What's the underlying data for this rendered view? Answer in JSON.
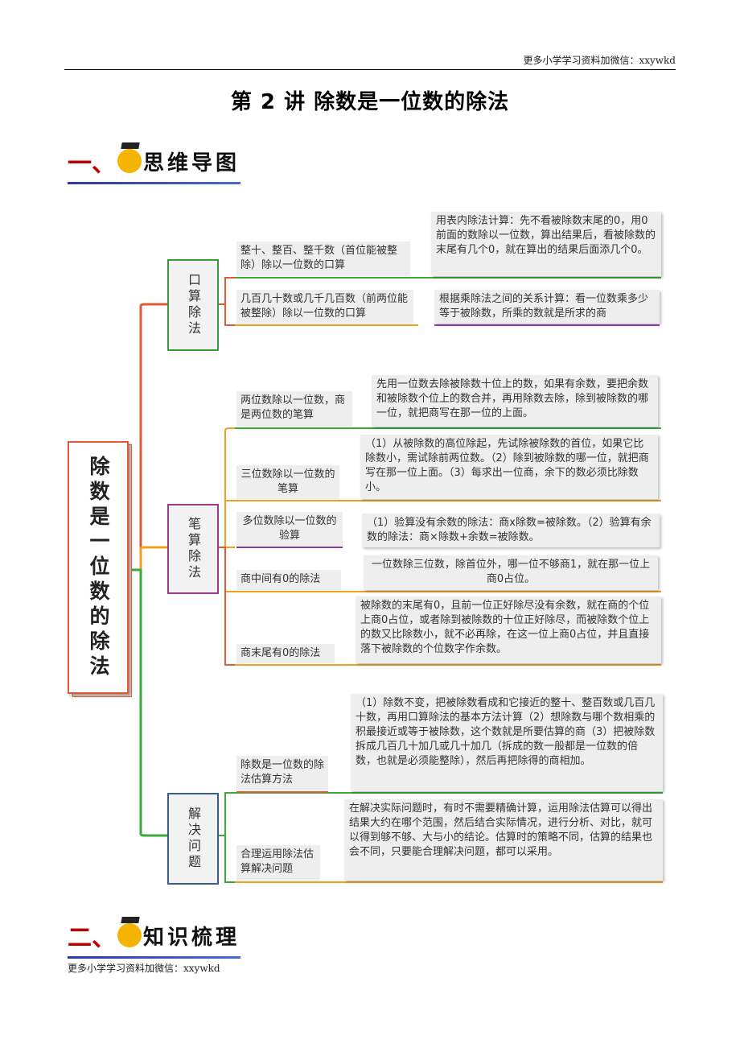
{
  "header_note": "更多小学学习资料加微信：xxywkd",
  "footer_note": "更多小学学习资料加微信：xxywkd",
  "title": "第 2 讲  除数是一位数的除法",
  "sections": [
    {
      "num": "一、",
      "label": "思维导图"
    },
    {
      "num": "二、",
      "label": "知识梳理"
    }
  ],
  "mindmap": {
    "root": "除数是一位数的除法",
    "categories": [
      {
        "label": "口算除法",
        "color": "#3a9a3a",
        "items": [
          {
            "topic": "整十、整百、整千数（首位能被整除）除以一位数的口算",
            "detail": "用表内除法计算：先不看被除数末尾的0，用0前面的数除以一位数，算出结果后，看被除数的末尾有几个0，就在算出的结果后面添几个0。"
          },
          {
            "topic": "几百几十数或几千几百数（前两位能被整除）除以一位数的口算",
            "detail": "根据乘除法之间的关系计算：看一位数乘多少等于被除数，所乘的数就是所求的商"
          }
        ]
      },
      {
        "label": "笔算除法",
        "color": "#9a3a8a",
        "items": [
          {
            "topic": "两位数除以一位数，商是两位数的笔算",
            "detail": "先用一位数去除被除数十位上的数，如果有余数，要把余数和被除数个位上的数合并，再用除数去除，除到被除数的哪一位，就把商写在那一位的上面。"
          },
          {
            "topic": "三位数除以一位数的笔算",
            "detail": "（1）从被除数的高位除起，先试除被除数的首位，如果它比除数小，需试除前两位数。（2）除到被除数的哪一位，就把商写在那一位上面。（3）每求出一位商，余下的数必须比除数小。"
          },
          {
            "topic": "多位数除以一位数的验算",
            "detail": "（1）验算没有余数的除法：商x除数=被除数。（2）验算有余数的除法：商×除数+余数=被除数。"
          },
          {
            "topic": "商中间有0的除法",
            "detail": "一位数除三位数，除首位外，哪一位不够商1，就在那一位上商0占位。"
          },
          {
            "topic": "商末尾有0的除法",
            "detail": "被除数的末尾有0，且前一位正好除尽没有余数，就在商的个位上商0占位，或者除到被除数的十位正好除尽，而被除数个位上的数又比除数小，就不必再除，在这一位上商0占位，并且直接落下被除数的个位数字作余数。"
          }
        ]
      },
      {
        "label": "解决问题",
        "color": "#3a5a8a",
        "items": [
          {
            "topic": "除数是一位数的除法估算方法",
            "detail": "（1）除数不变，把被除数看成和它接近的整十、整百数或几百几十数，再用口算除法的基本方法计算（2）想除数与哪个数相乘的积最接近或等于被除数，这个数就是所要估算的商（3）把被除数拆成几百几十加几或几十加几（拆成的数一般都是一位数的倍数，也就是必须能整除），然后再把除得的商相加。"
          },
          {
            "topic": "合理运用除法估算解决问题",
            "detail": "在解决实际问题时，有时不需要精确计算，运用除法估算可以得出结果大约在哪个范围，然后结合实际情况，进行分析、对比，就可以得到够不够、大与小的结论。估算时的策略不同，估算的结果也会不同，只要能合理解决问题，都可以采用。"
          }
        ]
      }
    ]
  }
}
